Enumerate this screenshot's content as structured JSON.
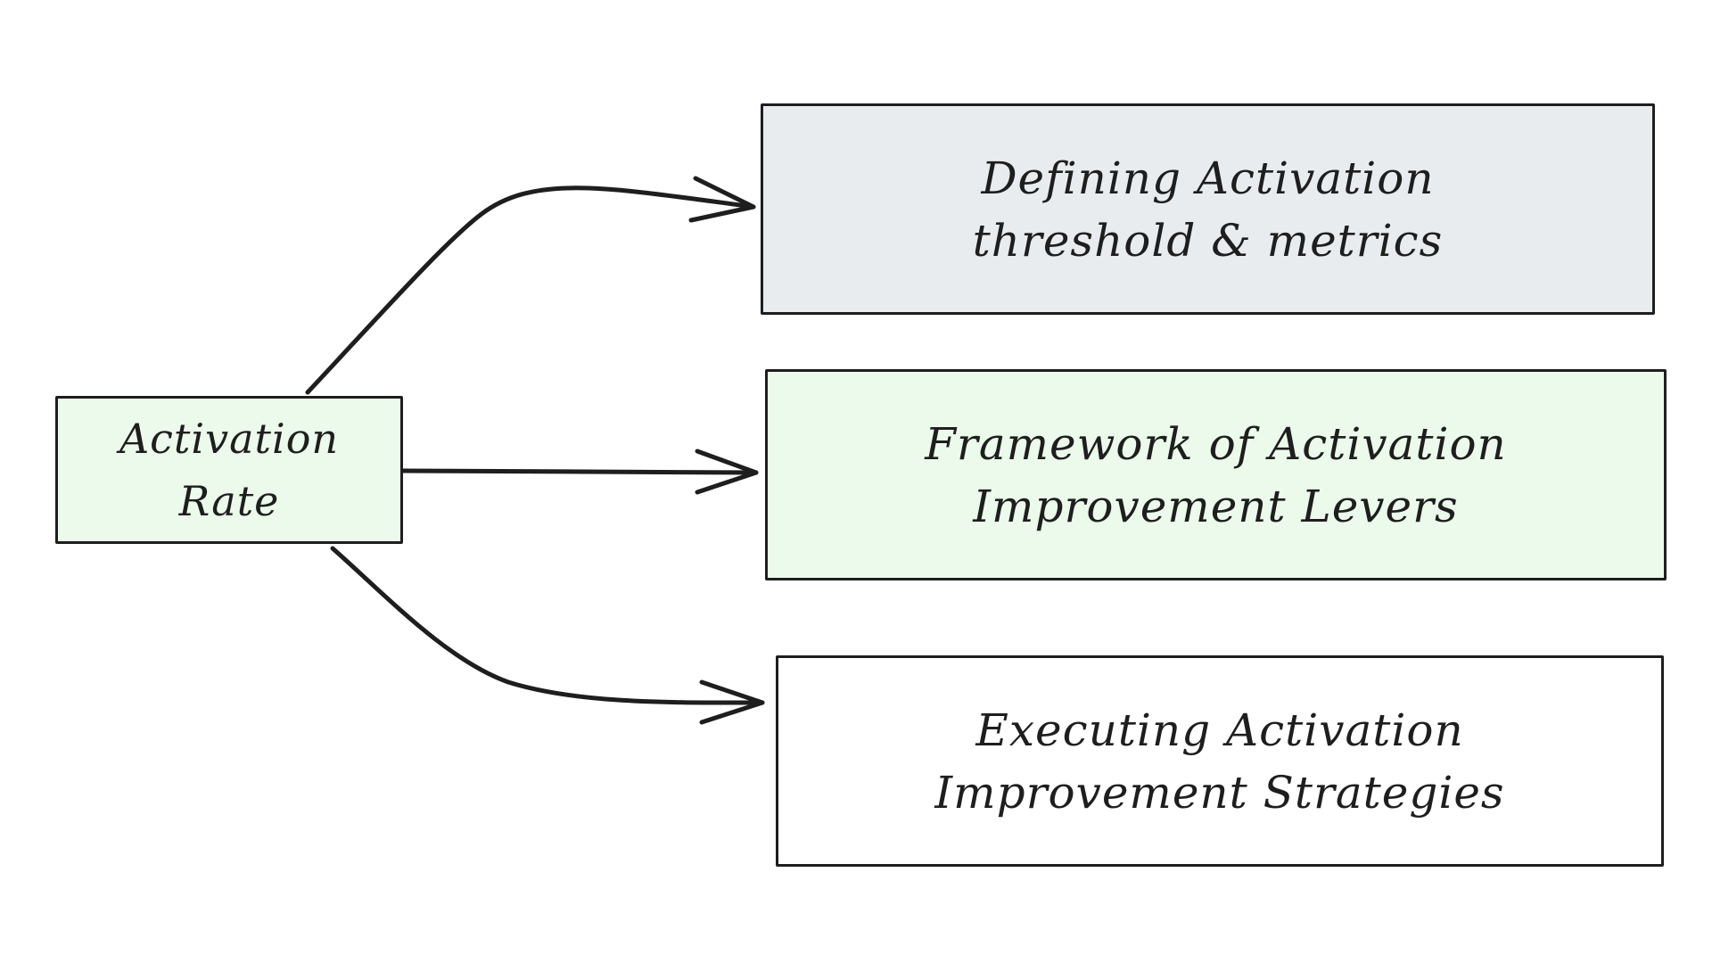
{
  "diagram": {
    "source": {
      "lines": [
        "Activation",
        "Rate"
      ],
      "fill": "#ebfaeb"
    },
    "targets": [
      {
        "lines": [
          "Defining Activation",
          "threshold & metrics"
        ],
        "fill": "#e9ecef"
      },
      {
        "lines": [
          "Framework of Activation",
          "Improvement Levers"
        ],
        "fill": "#ebfaeb"
      },
      {
        "lines": [
          "Executing Activation",
          "Improvement Strategies"
        ],
        "fill": "#ffffff"
      }
    ],
    "edges": [
      {
        "from": "source",
        "to": "targets.0"
      },
      {
        "from": "source",
        "to": "targets.1"
      },
      {
        "from": "source",
        "to": "targets.2"
      }
    ],
    "stroke_color": "#1e1e1e"
  }
}
